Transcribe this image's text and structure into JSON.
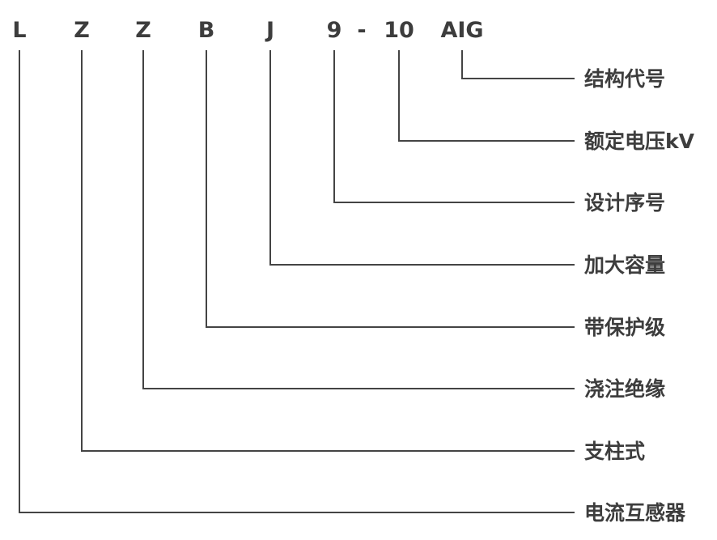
{
  "diagram": {
    "code_parts": [
      "L",
      "Z",
      "Z",
      "B",
      "J",
      "9",
      "-",
      "10",
      "AIG"
    ],
    "meanings": [
      {
        "code": "AIG",
        "label": "结构代号"
      },
      {
        "code": "10",
        "label": "额定电压kV"
      },
      {
        "code": "9",
        "label": "设计序号"
      },
      {
        "code": "J",
        "label": "加大容量"
      },
      {
        "code": "B",
        "label": "带保护级"
      },
      {
        "code": "Z",
        "label": "浇注绝缘"
      },
      {
        "code": "Z",
        "label": "支柱式"
      },
      {
        "code": "L",
        "label": "电流互感器"
      }
    ]
  },
  "colors": {
    "text": "#3d3d3d",
    "line": "#444444",
    "background": "#ffffff"
  }
}
